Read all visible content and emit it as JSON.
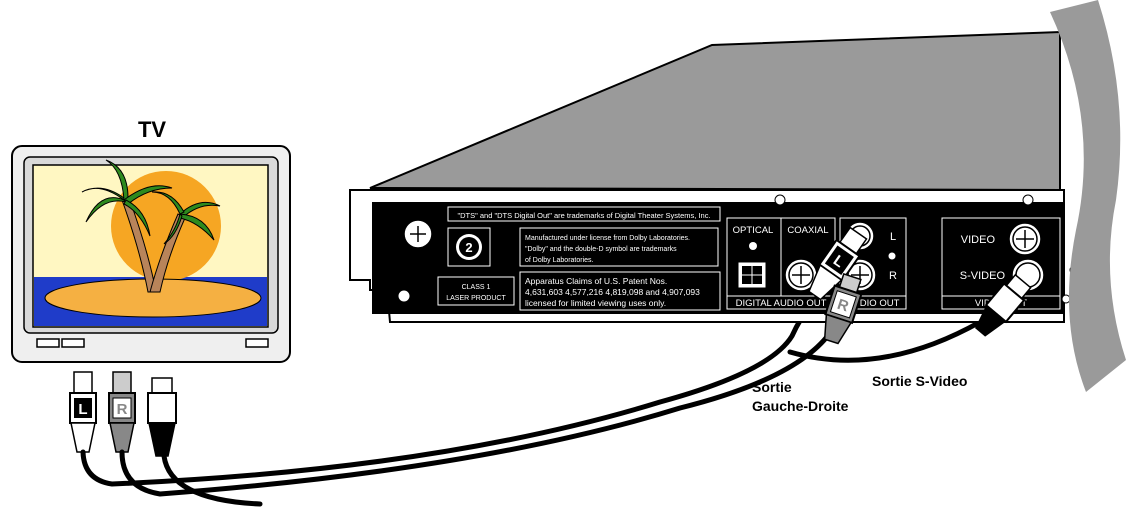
{
  "tv": {
    "label": "TV"
  },
  "connectors": {
    "left": "L",
    "right": "R"
  },
  "device": {
    "dts_notice": "\"DTS\" and \"DTS Digital Out\" are trademarks of Digital Theater Systems, Inc.",
    "dolby_line1": "Manufactured under license from Dolby Laboratories.",
    "dolby_line2": "\"Dolby\" and the double-D symbol are trademarks",
    "dolby_line3": "of Dolby Laboratories.",
    "laser_line1": "CLASS 1",
    "laser_line2": "LASER PRODUCT",
    "patent_line1": "Apparatus Claims of U.S. Patent Nos.",
    "patent_line2": "4,631,603 4,577,216 4,819,098 and 4,907,093",
    "patent_line3": "licensed for limited viewing uses only.",
    "region_code": "2",
    "optical_label": "OPTICAL",
    "coaxial_label": "COAXIAL",
    "digital_audio_out_label": "DIGITAL AUDIO OUT",
    "audio_out_label": "AUDIO OUT",
    "audio_l": "L",
    "audio_r": "R",
    "video_label": "VIDEO",
    "svideo_label": "S-VIDEO",
    "video_out_label": "VIDEO OUT"
  },
  "annotations": {
    "lr_output_line1": "Sortie",
    "lr_output_line2": "Gauche-Droite",
    "svideo_output": "Sortie S-Video"
  },
  "colors": {
    "device_top": "#9a9a9a",
    "panel": "#000000",
    "outline": "#000000",
    "cable": "#000000",
    "sky": "#fff7c2",
    "sun": "#f6a623",
    "sea": "#1f3cc9",
    "sand": "#f5b042",
    "palm_leaf": "#2e8a1e",
    "trunk": "#b8845a",
    "right_plug": "#888888"
  }
}
